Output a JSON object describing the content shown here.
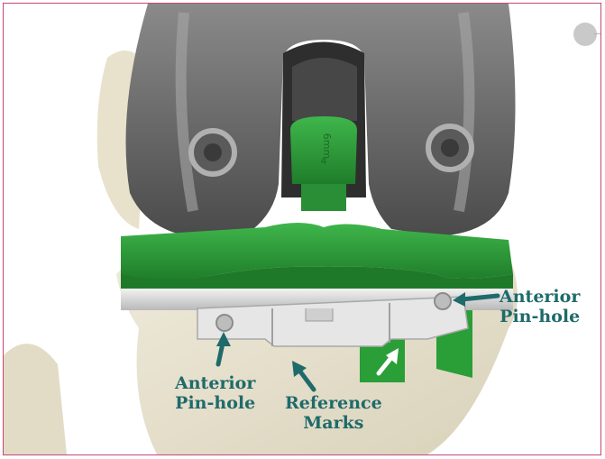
{
  "labels": {
    "anterior_pinhole_left": [
      "Anterior",
      "Pin-hole"
    ],
    "reference_marks": [
      "Reference",
      "Marks"
    ],
    "anterior_pinhole_right": [
      "Anterior",
      "Pin-hole"
    ]
  },
  "insert_marking": [
    "6mm",
    "4"
  ],
  "colors": {
    "frame_border": "#c6457a",
    "label_text": "#1f6a6a",
    "femoral_component": "#6d6d6d",
    "bearing_insert": "#2f9e3c",
    "tibial_tray": "#d9d9d9",
    "bone": "#e6e2cf"
  }
}
